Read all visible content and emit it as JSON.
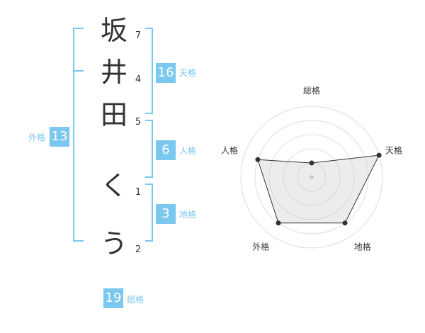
{
  "name_chars": [
    {
      "char": "坂",
      "strokes": "7"
    },
    {
      "char": "井",
      "strokes": "4"
    },
    {
      "char": "田",
      "strokes": "5"
    },
    {
      "char": "く",
      "strokes": "1"
    },
    {
      "char": "う",
      "strokes": "2"
    }
  ],
  "fortunes": {
    "tenkaku": {
      "value": "16",
      "label": "天格"
    },
    "jinkaku": {
      "value": "6",
      "label": "人格"
    },
    "chikaku": {
      "value": "3",
      "label": "地格"
    },
    "gaikaku": {
      "value": "13",
      "label": "外格"
    },
    "soukaku": {
      "value": "19",
      "label": "総格"
    }
  },
  "colors": {
    "accent": "#7ac7ef",
    "text": "#333333",
    "ring": "#dddddd",
    "fill": "#eeeeee"
  },
  "chart_data": {
    "type": "radar",
    "axes": [
      "総格",
      "天格",
      "地格",
      "外格",
      "人格"
    ],
    "values": [
      1,
      5,
      4,
      4,
      4
    ],
    "max": 5
  }
}
